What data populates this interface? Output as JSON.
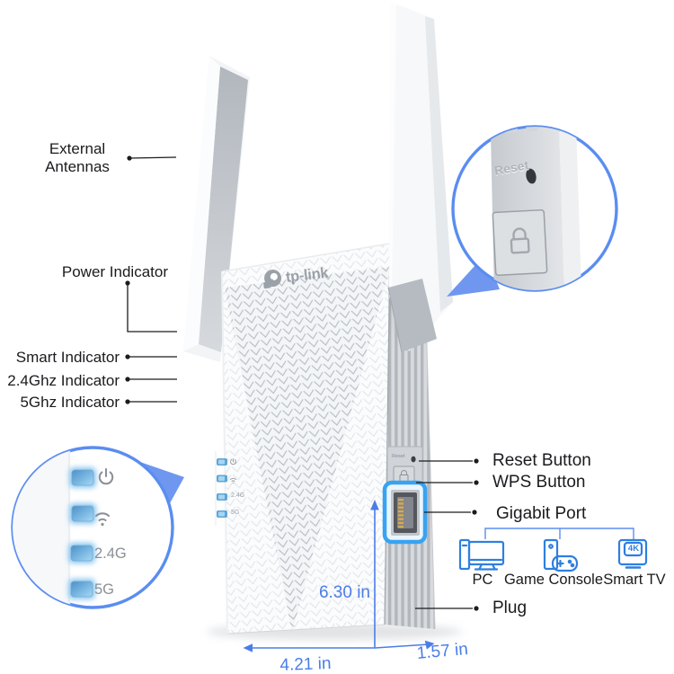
{
  "labels": {
    "external_antennas": "External Antennas",
    "power_indicator": "Power Indicator",
    "smart_indicator": "Smart Indicator",
    "ghz24_indicator": "2.4Ghz Indicator",
    "ghz5_indicator": "5Ghz Indicator",
    "reset_button": "Reset Button",
    "wps_button": "WPS Button",
    "gigabit_port": "Gigabit Port",
    "plug": "Plug"
  },
  "device": {
    "brand": "tp-link",
    "side_reset_label": "Reset",
    "led_24g": "2.4G",
    "led_5g": "5G"
  },
  "led_callout": {
    "label_24g": "2.4G",
    "label_5g": "5G"
  },
  "reset_callout": {
    "reset_label": "Reset"
  },
  "measurements": {
    "height": "6.30 in",
    "width": "4.21 in",
    "depth": "1.57 in"
  },
  "connected_devices": {
    "pc": "PC",
    "game_console": "Game Console",
    "smart_tv": "Smart TV",
    "tv_badge": "4K"
  },
  "colors": {
    "accent_blue": "#4b7de8",
    "circle_border": "#5b8df0",
    "icon_blue": "#2e7fe0",
    "port_highlight": "#38a3f0",
    "led_blue": "#5ea6d8"
  }
}
